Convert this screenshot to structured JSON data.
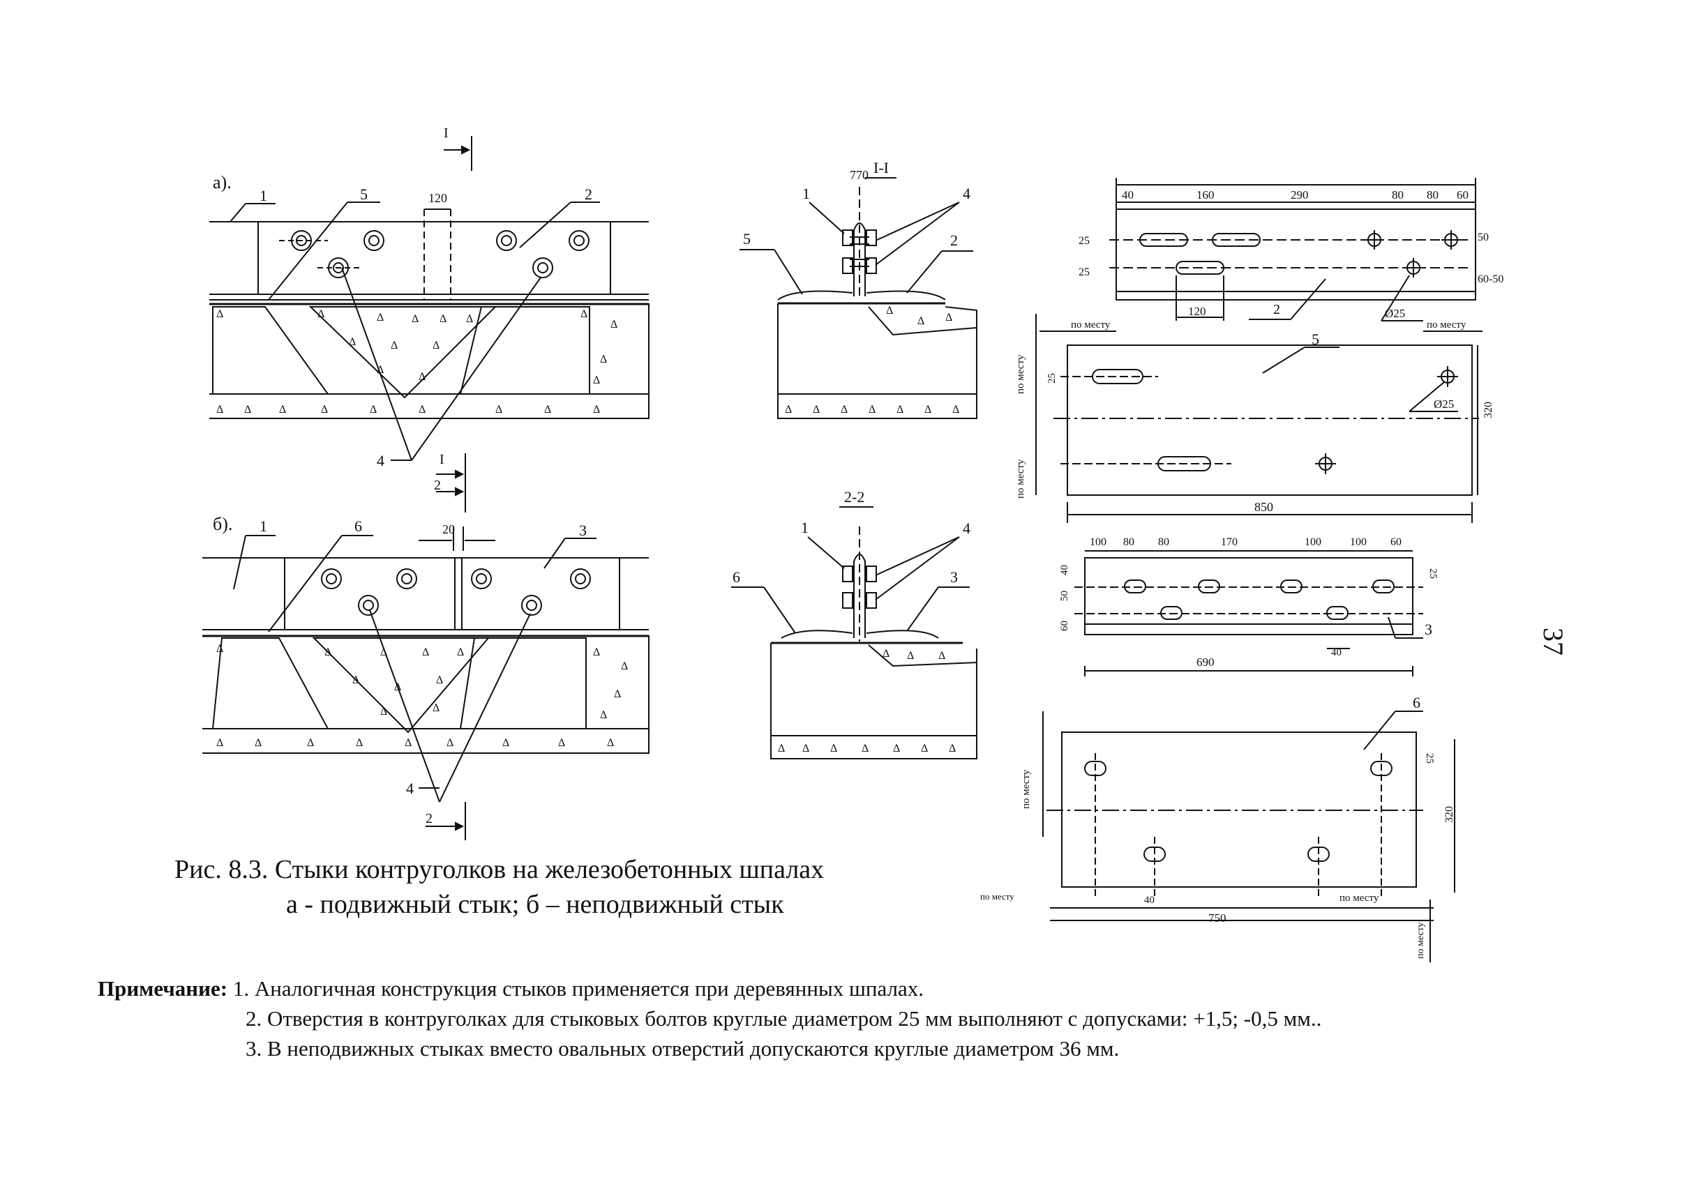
{
  "sections": {
    "a": "а).",
    "b": "б).",
    "s11": "I-I",
    "s22": "2-2"
  },
  "marks": {
    "m1": "1",
    "m2": "2",
    "m3": "3",
    "m4": "4",
    "m5": "5",
    "m6": "6",
    "mI": "I"
  },
  "dims": {
    "d120": "120",
    "d20": "20",
    "d770": "770",
    "d40": "40",
    "d160": "160",
    "d290": "290",
    "d80": "80",
    "d60": "60",
    "d25": "25",
    "d50": "50",
    "d6050": "60-50",
    "d25dia": "Ø25",
    "d850": "850",
    "d320": "320",
    "d100": "100",
    "d170": "170",
    "d690": "690",
    "d750": "750",
    "po_mestu": "по месту",
    "po_mestu2": "по месту",
    "d40b": "40"
  },
  "caption": {
    "line1": "Рис. 8.3. Стыки контруголков на железобетонных шпалах",
    "line2": "а - подвижный стык; б – неподвижный стык"
  },
  "notes": {
    "label": "Примечание:",
    "n1": "1. Аналогичная конструкция стыков применяется при деревянных шпалах.",
    "n2": "2. Отверстия в контруголках для стыковых болтов круглые диаметром 25 мм выполняют с допусками: +1,5; -0,5 мм..",
    "n3": "3. В неподвижных стыках вместо овальных отверстий допускаются круглые диаметром 36 мм."
  },
  "page_number": "37"
}
